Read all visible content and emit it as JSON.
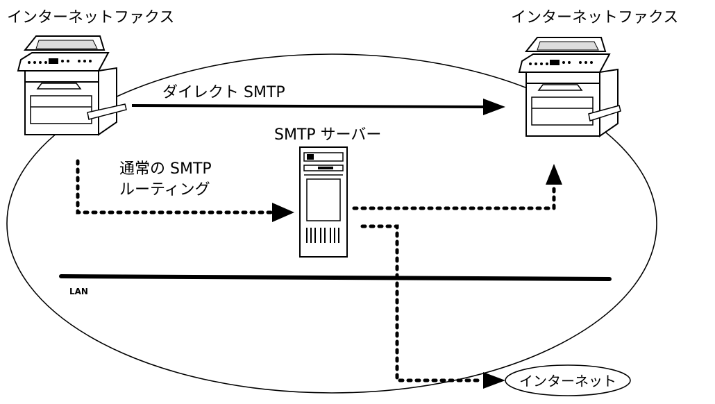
{
  "labels": {
    "fax_left": "インターネットファクス",
    "fax_right": "インターネットファクス",
    "direct_smtp": "ダイレクト SMTP",
    "smtp_server": "SMTP サーバー",
    "routing_line1": "通常の SMTP",
    "routing_line2": "ルーティング",
    "lan": "LAN",
    "internet": "インターネット"
  },
  "colors": {
    "line": "#000000",
    "background": "#ffffff"
  },
  "icons": {
    "fax_machine": "multifunction-fax-icon",
    "server": "server-tower-icon"
  }
}
